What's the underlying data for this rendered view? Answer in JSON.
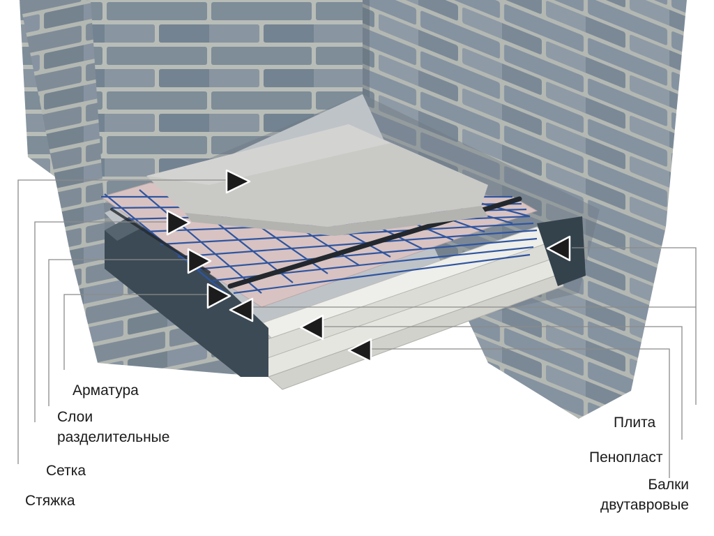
{
  "labels": {
    "armatura": "Арматура",
    "sloi_line1": "Слои",
    "sloi_line2": "разделительные",
    "setka": "Сетка",
    "styazhka": "Стяжка",
    "plita": "Плита",
    "penoplast": "Пенопласт",
    "balki_line1": "Балки",
    "balki_line2": "двутавровые"
  },
  "colors": {
    "brick": "#7e8d98",
    "mortar": "#b9bdb8",
    "screed": "#c9c9c6",
    "mesh": "#2f55a0",
    "rebar": "#22282d",
    "layer": "#d8c3c2",
    "beam": "#3c4a55",
    "foam": "#e6e6e1",
    "leader": "#8a8a8a",
    "marker": "#1c1c1c"
  }
}
